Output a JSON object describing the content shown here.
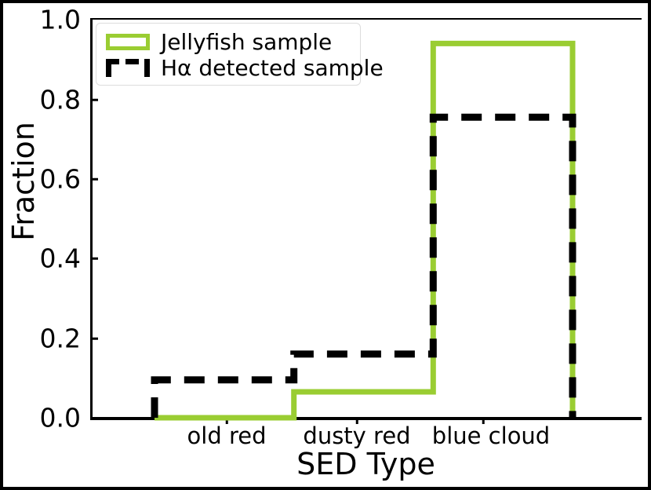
{
  "chart_data": {
    "type": "line",
    "subtype": "step-histogram",
    "title": "",
    "xlabel": "SED Type",
    "ylabel": "Fraction",
    "categories": [
      "old red",
      "dusty red",
      "blue cloud"
    ],
    "ylim": [
      0.0,
      1.0
    ],
    "yticks": [
      0.0,
      0.2,
      0.4,
      0.6,
      0.8,
      1.0
    ],
    "ytick_labels": [
      "0.0",
      "0.2",
      "0.4",
      "0.6",
      "0.8",
      "1.0"
    ],
    "grid": false,
    "legend_position": "upper left",
    "series": [
      {
        "name": "Jellyfish sample",
        "values": [
          0.0,
          0.065,
          0.94
        ],
        "color": "#9acd32",
        "linestyle": "solid",
        "linewidth": 5
      },
      {
        "name": "Hα detected sample",
        "values": [
          0.095,
          0.16,
          0.755
        ],
        "color": "#000000",
        "linestyle": "dashed",
        "linewidth": 7
      }
    ]
  },
  "axes": {
    "ylabel": "Fraction",
    "xlabel": "SED Type",
    "ytick_labels": [
      "1.0",
      "0.8",
      "0.6",
      "0.4",
      "0.2",
      "0.0"
    ],
    "xtick_labels": [
      "old red",
      "dusty red",
      "blue cloud"
    ]
  },
  "legend": {
    "entries": [
      {
        "label": "Jellyfish sample",
        "swatch": "solid-green-rect-icon"
      },
      {
        "label": "Hα detected sample",
        "swatch": "dashed-black-line-icon"
      }
    ]
  },
  "colors": {
    "jellyfish_green": "#9acd32",
    "halpha_black": "#000000",
    "background": "#ffffff",
    "frame": "#000000"
  }
}
